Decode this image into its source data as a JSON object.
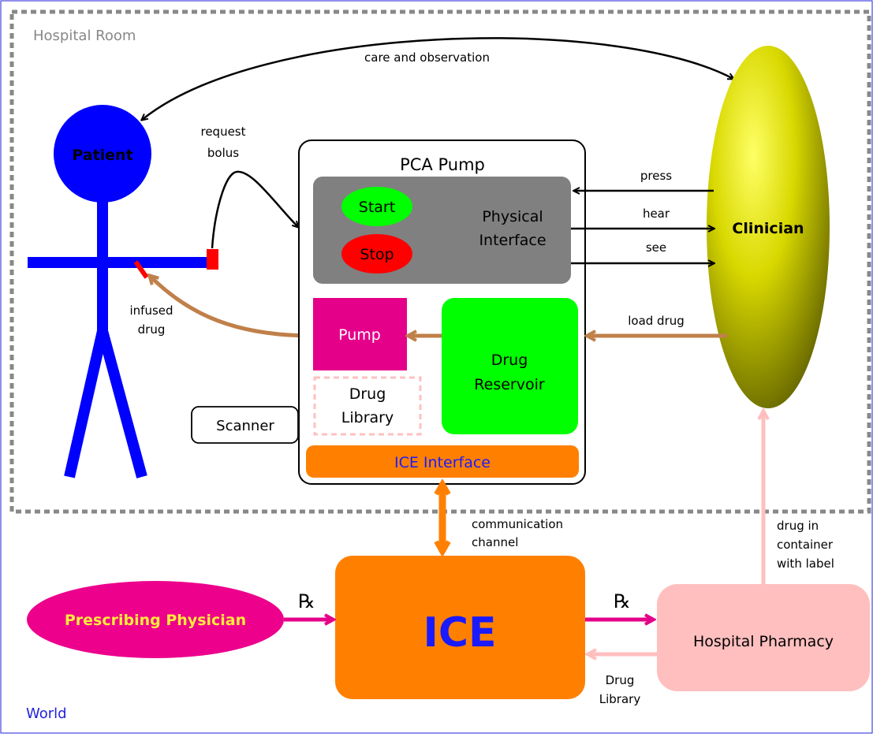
{
  "regions": {
    "world_label": "World",
    "room_label": "Hospital Room"
  },
  "actors": {
    "patient": "Patient",
    "clinician": "Clinician",
    "physician": "Prescribing Physician",
    "pharmacy": "Hospital Pharmacy",
    "ice": "ICE"
  },
  "pump": {
    "title": "PCA Pump",
    "start": "Start",
    "stop": "Stop",
    "physical_line1": "Physical",
    "physical_line2": "Interface",
    "pump": "Pump",
    "reservoir_line1": "Drug",
    "reservoir_line2": "Reservoir",
    "library_line1": "Drug",
    "library_line2": "Library",
    "scanner": "Scanner",
    "ice_interface": "ICE Interface"
  },
  "edges": {
    "care": "care and observation",
    "request_1": "request",
    "request_2": "bolus",
    "infused_1": "infused",
    "infused_2": "drug",
    "press": "press",
    "hear": "hear",
    "see": "see",
    "load": "load drug",
    "comm_1": "communication",
    "comm_2": "channel",
    "drug_container_1": "drug in",
    "drug_container_2": "container",
    "drug_container_3": "with label",
    "rx_left": "℞",
    "rx_right": "℞",
    "drug_library_1": "Drug",
    "drug_library_2": "Library"
  },
  "colors": {
    "world_border": "#2222dd",
    "room_border": "#888888",
    "patient": "#0000ff",
    "clinician_light": "#ffff66",
    "clinician_dark": "#6b6b00",
    "physical_interface": "#808080",
    "start": "#00ff00",
    "stop": "#ff0000",
    "pump": "#e5008a",
    "reservoir": "#00ff00",
    "library_border": "#ffc0c0",
    "ice": "#ff8000",
    "ice_text": "#1a1aff",
    "physician": "#ec008c",
    "physician_text": "#ffeb3b",
    "pharmacy": "#ffbfbf",
    "brown_arrow": "#c0804a",
    "magenta_arrow": "#e5008a",
    "pink_arrow": "#ffbfbf"
  }
}
